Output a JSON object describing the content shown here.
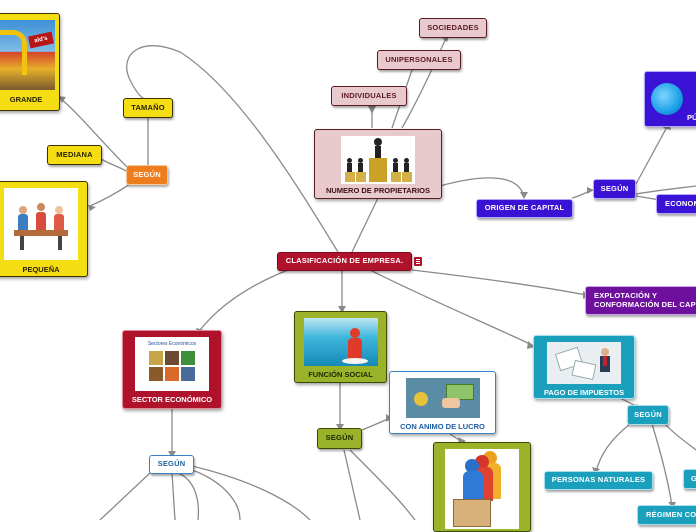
{
  "central": {
    "label": "CLASIFICACIÓN DE EMPRESA."
  },
  "size_branch": {
    "criteria": "TAMAÑO",
    "connector": "SEGÚN",
    "large": "GRANDE",
    "medium": "MEDIANA",
    "small": "PEQUEÑA",
    "sign_text": "ald's"
  },
  "owners_branch": {
    "label": "NUMERO DE PROPIETARIOS",
    "children": [
      "INDIVIDUALES",
      "UNIPERSONALES",
      "SOCIEDADES"
    ]
  },
  "capital_branch": {
    "label": "ORIGEN DE CAPITAL",
    "connector": "SEGÚN",
    "public": "PÚBLI",
    "economic": "ECONOM"
  },
  "exploitation_branch": {
    "label_line1": "EXPLOTACIÓN Y",
    "label_line2": "CONFORMACIÓN DEL CAPI"
  },
  "taxes_branch": {
    "label": "PAGO DE IMPUESTOS",
    "connector": "SEGÚN",
    "natural_persons": "PERSONAS NATURALES",
    "regime": "RÉGIMEN CO",
    "cut_g": "G"
  },
  "sector_branch": {
    "label": "SECTOR ECONÓMICO",
    "image_caption": "Sectores Económicos",
    "connector": "SEGÚN"
  },
  "social_branch": {
    "label": "FUNCIÓN SOCIAL",
    "connector": "SEGÚN",
    "profit": "CON ANIMO DE LUCRO"
  },
  "colors": {
    "pink": "#e8c9cd",
    "yellow": "#f4dd13",
    "orange": "#ee7d1e",
    "blue": "#3a12d6",
    "purple": "#6e0f9e",
    "crimson": "#b0122c",
    "teal": "#1a9fbd",
    "olive": "#9ab32a",
    "connector_gray": "#8a8a8a"
  }
}
